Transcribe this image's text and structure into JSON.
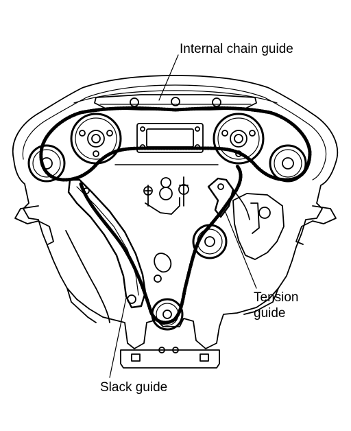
{
  "labels": {
    "internal_chain_guide": "Internal chain guide",
    "tension_guide_line1": "Tension",
    "tension_guide_line2": "guide",
    "slack_guide": "Slack guide"
  },
  "colors": {
    "ink": "#000000",
    "paper": "#ffffff"
  }
}
